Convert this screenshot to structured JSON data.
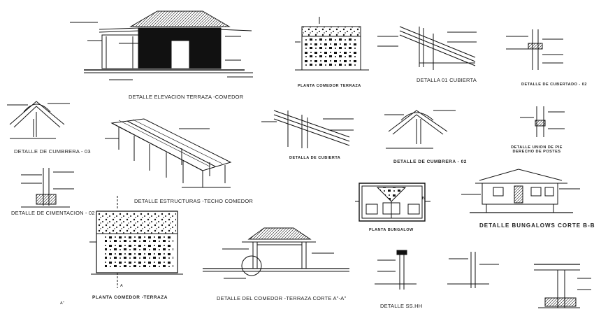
{
  "sheet": {
    "captions": {
      "elevacion": "DETALLE  ELEVACION TERRAZA -COMEDOR",
      "planta_comedor_top": "PLANTA COMEDOR TERRAZA",
      "cubierta_01": "DETALLA 01 CUBIERTA",
      "cubertado_02": "DETALLE DE CUBERTADO - 02",
      "cumbrera_03": "DETALLE DE CUMBRERA - 03",
      "estructuras": "DETALLE  ESTRUCTURAS -TECHO COMEDOR",
      "cubierta_mid": "DETALLA DE CUBIERTA",
      "cumbrera_02": "DETALLE DE CUMBRERA - 02",
      "union_poste": "DETALLE UNION DE PIE DERECHO DE POSTES",
      "cimentacion": "DETALLE DE CIMENTACION - 02",
      "planta_bungalow": "PLANTA BUNGALOW",
      "bungalows_corte": "DETALLE  BUNGALOWS CORTE B-B",
      "planta_comedor_terraza": "PLANTA COMEDOR -TERRAZA",
      "corte_comedor": "DETALLE  DEL COMEDOR -TERRAZA CORTE A\"-A\"",
      "ss_hh": "DETALLE  SS.HH",
      "marker_a": "A\"",
      "marker_b": "B",
      "marker_a2": "A"
    },
    "line_color": "#111111",
    "accent_red": "#c62828"
  }
}
